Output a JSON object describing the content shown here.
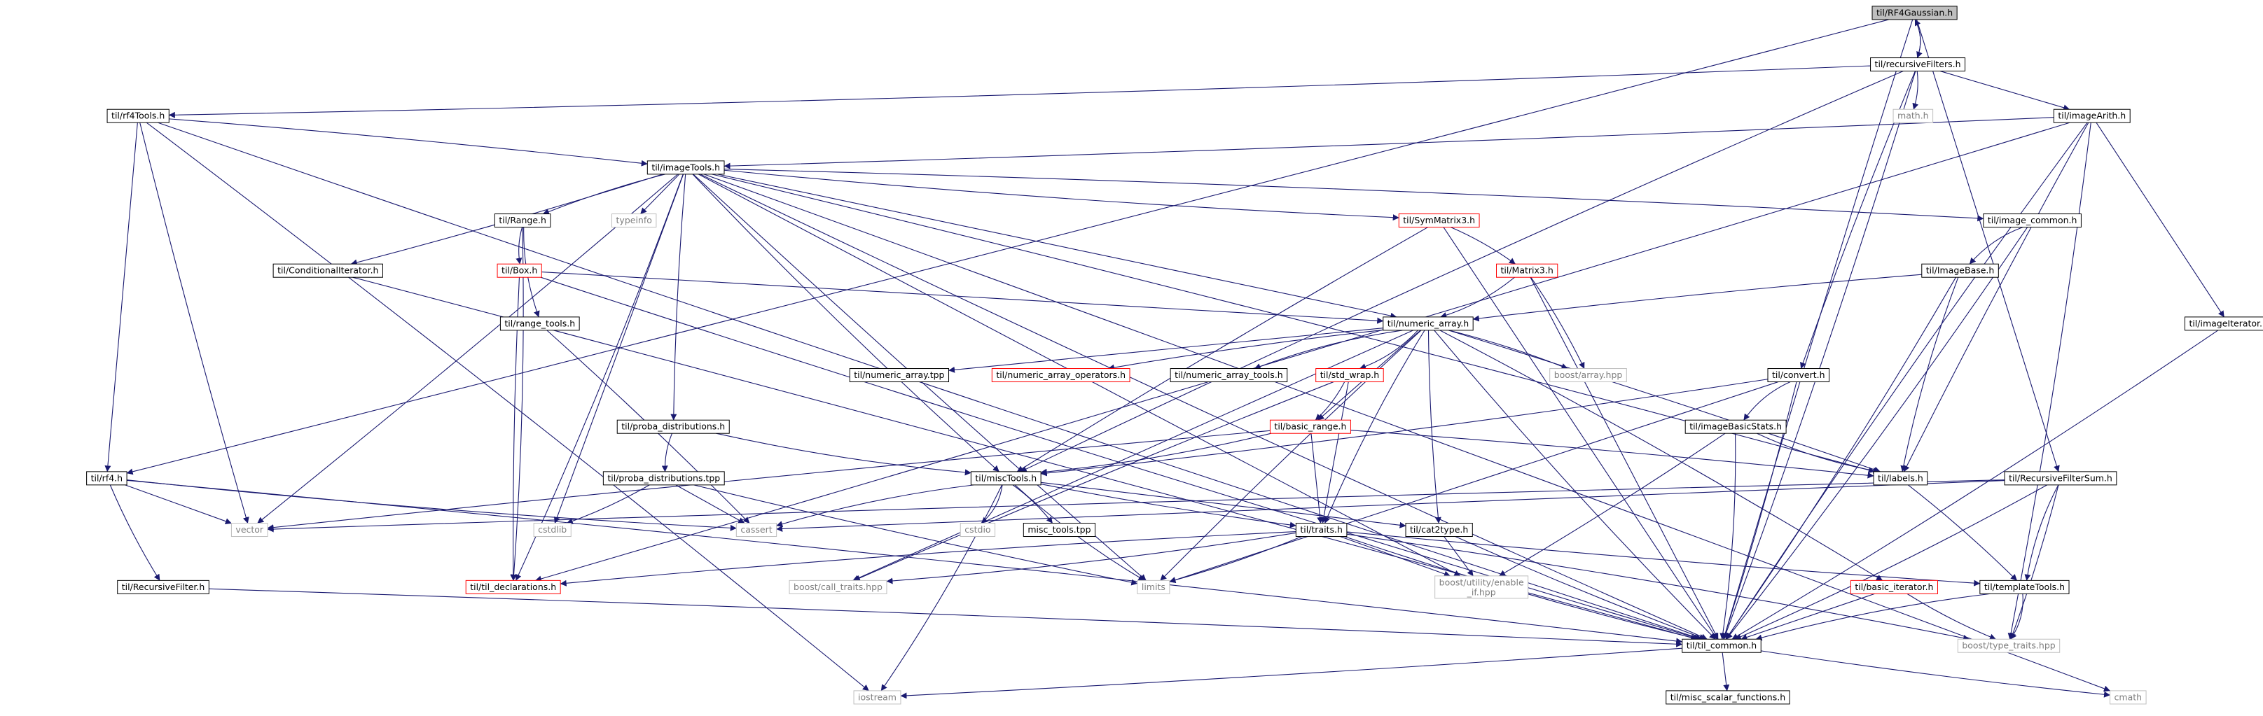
{
  "diagram": {
    "colors": {
      "edge": "#191970",
      "focus_fill": "#bfbfbf",
      "focus_border": "#000000",
      "internal_border": "#000000",
      "truncated_border": "#ff0000",
      "system_border": "#bfbfbf",
      "system_text": "#7f7f7f"
    },
    "nodes": [
      {
        "id": "RF4Gaussian",
        "label": "til/RF4Gaussian.h",
        "kind": "focus"
      },
      {
        "id": "recursiveFilters",
        "label": "til/recursiveFilters.h",
        "kind": "internal"
      },
      {
        "id": "rf4Tools",
        "label": "til/rf4Tools.h",
        "kind": "internal"
      },
      {
        "id": "math",
        "label": "math.h",
        "kind": "system"
      },
      {
        "id": "imageArith",
        "label": "til/imageArith.h",
        "kind": "internal"
      },
      {
        "id": "imageTools",
        "label": "til/imageTools.h",
        "kind": "internal"
      },
      {
        "id": "typeinfo",
        "label": "typeinfo",
        "kind": "system"
      },
      {
        "id": "Range",
        "label": "til/Range.h",
        "kind": "internal"
      },
      {
        "id": "SymMatrix3",
        "label": "til/SymMatrix3.h",
        "kind": "truncated"
      },
      {
        "id": "image_common",
        "label": "til/image_common.h",
        "kind": "internal"
      },
      {
        "id": "ConditionalIterator",
        "label": "til/ConditionalIterator.h",
        "kind": "internal"
      },
      {
        "id": "Box",
        "label": "til/Box.h",
        "kind": "truncated"
      },
      {
        "id": "Matrix3",
        "label": "til/Matrix3.h",
        "kind": "truncated"
      },
      {
        "id": "ImageBase",
        "label": "til/ImageBase.h",
        "kind": "internal"
      },
      {
        "id": "range_tools",
        "label": "til/range_tools.h",
        "kind": "internal"
      },
      {
        "id": "numeric_array",
        "label": "til/numeric_array.h",
        "kind": "internal"
      },
      {
        "id": "imageIterator",
        "label": "til/imageIterator.h",
        "kind": "internal"
      },
      {
        "id": "numeric_array_tpp",
        "label": "til/numeric_array.tpp",
        "kind": "internal"
      },
      {
        "id": "numeric_array_operators",
        "label": "til/numeric_array_operators.h",
        "kind": "truncated"
      },
      {
        "id": "numeric_array_tools",
        "label": "til/numeric_array_tools.h",
        "kind": "internal"
      },
      {
        "id": "std_wrap",
        "label": "til/std_wrap.h",
        "kind": "truncated"
      },
      {
        "id": "boost_array",
        "label": "boost/array.hpp",
        "kind": "system"
      },
      {
        "id": "convert",
        "label": "til/convert.h",
        "kind": "internal"
      },
      {
        "id": "proba_distributions",
        "label": "til/proba_distributions.h",
        "kind": "internal"
      },
      {
        "id": "basic_range",
        "label": "til/basic_range.h",
        "kind": "truncated"
      },
      {
        "id": "imageBasicStats",
        "label": "til/imageBasicStats.h",
        "kind": "internal"
      },
      {
        "id": "rf4",
        "label": "til/rf4.h",
        "kind": "internal"
      },
      {
        "id": "proba_distributions_tpp",
        "label": "til/proba_distributions.tpp",
        "kind": "internal"
      },
      {
        "id": "miscTools",
        "label": "til/miscTools.h",
        "kind": "internal"
      },
      {
        "id": "labels",
        "label": "til/labels.h",
        "kind": "internal"
      },
      {
        "id": "RecursiveFilterSum",
        "label": "til/RecursiveFilterSum.h",
        "kind": "internal"
      },
      {
        "id": "vector",
        "label": "vector",
        "kind": "system"
      },
      {
        "id": "cstdlib",
        "label": "cstdlib",
        "kind": "system"
      },
      {
        "id": "cassert",
        "label": "cassert",
        "kind": "system"
      },
      {
        "id": "cstdio",
        "label": "cstdio",
        "kind": "system"
      },
      {
        "id": "misc_tools_tpp",
        "label": "misc_tools.tpp",
        "kind": "internal"
      },
      {
        "id": "cat2type",
        "label": "til/cat2type.h",
        "kind": "internal"
      },
      {
        "id": "traits",
        "label": "til/traits.h",
        "kind": "internal"
      },
      {
        "id": "RecursiveFilter",
        "label": "til/RecursiveFilter.h",
        "kind": "internal"
      },
      {
        "id": "til_declarations",
        "label": "til/til_declarations.h",
        "kind": "truncated"
      },
      {
        "id": "boost_call_traits",
        "label": "boost/call_traits.hpp",
        "kind": "system"
      },
      {
        "id": "limits",
        "label": "limits",
        "kind": "system"
      },
      {
        "id": "boost_enable_if",
        "label": "boost/utility/enable\n_if.hpp",
        "kind": "system"
      },
      {
        "id": "basic_iterator",
        "label": "til/basic_iterator.h",
        "kind": "truncated"
      },
      {
        "id": "templateTools",
        "label": "til/templateTools.h",
        "kind": "internal"
      },
      {
        "id": "til_common",
        "label": "til/til_common.h",
        "kind": "internal"
      },
      {
        "id": "boost_type_traits",
        "label": "boost/type_traits.hpp",
        "kind": "system"
      },
      {
        "id": "iostream",
        "label": "iostream",
        "kind": "system"
      },
      {
        "id": "misc_scalar_functions",
        "label": "til/misc_scalar_functions.h",
        "kind": "internal"
      },
      {
        "id": "cmath",
        "label": "cmath",
        "kind": "system"
      }
    ],
    "edges": [
      [
        "RF4Gaussian",
        "recursiveFilters"
      ],
      [
        "RF4Gaussian",
        "rf4"
      ],
      [
        "RF4Gaussian",
        "RecursiveFilterSum"
      ],
      [
        "RF4Gaussian",
        "til_common"
      ],
      [
        "recursiveFilters",
        "RF4Gaussian"
      ],
      [
        "recursiveFilters",
        "rf4Tools"
      ],
      [
        "recursiveFilters",
        "math"
      ],
      [
        "recursiveFilters",
        "imageArith"
      ],
      [
        "recursiveFilters",
        "convert"
      ],
      [
        "recursiveFilters",
        "miscTools"
      ],
      [
        "recursiveFilters",
        "til_common"
      ],
      [
        "rf4Tools",
        "imageTools"
      ],
      [
        "rf4Tools",
        "rf4"
      ],
      [
        "rf4Tools",
        "vector"
      ],
      [
        "rf4Tools",
        "til_common"
      ],
      [
        "rf4Tools",
        "iostream"
      ],
      [
        "imageArith",
        "imageTools"
      ],
      [
        "imageArith",
        "imageIterator"
      ],
      [
        "imageArith",
        "labels"
      ],
      [
        "imageArith",
        "til_common"
      ],
      [
        "imageArith",
        "boost_type_traits"
      ],
      [
        "imageArith",
        "til_declarations"
      ],
      [
        "imageTools",
        "typeinfo"
      ],
      [
        "imageTools",
        "Range"
      ],
      [
        "imageTools",
        "SymMatrix3"
      ],
      [
        "imageTools",
        "image_common"
      ],
      [
        "imageTools",
        "ConditionalIterator"
      ],
      [
        "imageTools",
        "numeric_array"
      ],
      [
        "imageTools",
        "proba_distributions"
      ],
      [
        "imageTools",
        "miscTools"
      ],
      [
        "imageTools",
        "labels"
      ],
      [
        "imageTools",
        "vector"
      ],
      [
        "imageTools",
        "cstdlib"
      ],
      [
        "imageTools",
        "limits"
      ],
      [
        "imageTools",
        "til_common"
      ],
      [
        "imageTools",
        "til_declarations"
      ],
      [
        "imageTools",
        "cmath"
      ],
      [
        "imageTools",
        "boost_enable_if"
      ],
      [
        "Range",
        "Box"
      ],
      [
        "Range",
        "range_tools"
      ],
      [
        "Range",
        "til_declarations"
      ],
      [
        "SymMatrix3",
        "Matrix3"
      ],
      [
        "SymMatrix3",
        "til_common"
      ],
      [
        "SymMatrix3",
        "miscTools"
      ],
      [
        "image_common",
        "ImageBase"
      ],
      [
        "image_common",
        "til_common"
      ],
      [
        "ConditionalIterator",
        "til_common"
      ],
      [
        "Box",
        "numeric_array"
      ],
      [
        "Box",
        "til_declarations"
      ],
      [
        "Box",
        "til_common"
      ],
      [
        "Matrix3",
        "numeric_array"
      ],
      [
        "Matrix3",
        "boost_array"
      ],
      [
        "Matrix3",
        "til_common"
      ],
      [
        "ImageBase",
        "numeric_array"
      ],
      [
        "ImageBase",
        "labels"
      ],
      [
        "ImageBase",
        "til_common"
      ],
      [
        "range_tools",
        "cassert"
      ],
      [
        "numeric_array",
        "numeric_array_tpp"
      ],
      [
        "numeric_array",
        "numeric_array_operators"
      ],
      [
        "numeric_array",
        "numeric_array_tools"
      ],
      [
        "numeric_array",
        "std_wrap"
      ],
      [
        "numeric_array",
        "boost_array"
      ],
      [
        "numeric_array",
        "basic_range"
      ],
      [
        "numeric_array",
        "cat2type"
      ],
      [
        "numeric_array",
        "traits"
      ],
      [
        "numeric_array",
        "basic_iterator"
      ],
      [
        "numeric_array",
        "labels"
      ],
      [
        "numeric_array",
        "boost_call_traits"
      ],
      [
        "numeric_array",
        "limits"
      ],
      [
        "numeric_array",
        "til_common"
      ],
      [
        "imageIterator",
        "til_common"
      ],
      [
        "std_wrap",
        "basic_range"
      ],
      [
        "std_wrap",
        "traits"
      ],
      [
        "std_wrap",
        "boost_call_traits"
      ],
      [
        "convert",
        "imageBasicStats"
      ],
      [
        "convert",
        "miscTools"
      ],
      [
        "convert",
        "til_common"
      ],
      [
        "convert",
        "limits"
      ],
      [
        "proba_distributions",
        "proba_distributions_tpp"
      ],
      [
        "proba_distributions",
        "miscTools"
      ],
      [
        "basic_range",
        "miscTools"
      ],
      [
        "basic_range",
        "labels"
      ],
      [
        "basic_range",
        "traits"
      ],
      [
        "basic_range",
        "vector"
      ],
      [
        "imageBasicStats",
        "labels"
      ],
      [
        "imageBasicStats",
        "til_common"
      ],
      [
        "imageBasicStats",
        "boost_enable_if"
      ],
      [
        "rf4",
        "vector"
      ],
      [
        "rf4",
        "RecursiveFilter"
      ],
      [
        "rf4",
        "cassert"
      ],
      [
        "rf4",
        "til_common"
      ],
      [
        "proba_distributions_tpp",
        "cstdlib"
      ],
      [
        "proba_distributions_tpp",
        "cassert"
      ],
      [
        "proba_distributions_tpp",
        "limits"
      ],
      [
        "miscTools",
        "cassert"
      ],
      [
        "miscTools",
        "cstdio"
      ],
      [
        "miscTools",
        "misc_tools_tpp"
      ],
      [
        "miscTools",
        "cat2type"
      ],
      [
        "miscTools",
        "traits"
      ],
      [
        "miscTools",
        "limits"
      ],
      [
        "miscTools",
        "iostream"
      ],
      [
        "labels",
        "templateTools"
      ],
      [
        "RecursiveFilterSum",
        "cassert"
      ],
      [
        "RecursiveFilterSum",
        "vector"
      ],
      [
        "RecursiveFilterSum",
        "templateTools"
      ],
      [
        "RecursiveFilterSum",
        "til_common"
      ],
      [
        "RecursiveFilterSum",
        "boost_type_traits"
      ],
      [
        "cat2type",
        "boost_enable_if"
      ],
      [
        "cat2type",
        "til_common"
      ],
      [
        "traits",
        "til_declarations"
      ],
      [
        "traits",
        "boost_call_traits"
      ],
      [
        "traits",
        "limits"
      ],
      [
        "traits",
        "boost_enable_if"
      ],
      [
        "traits",
        "templateTools"
      ],
      [
        "traits",
        "til_common"
      ],
      [
        "traits",
        "boost_type_traits"
      ],
      [
        "RecursiveFilter",
        "til_common"
      ],
      [
        "basic_iterator",
        "til_common"
      ],
      [
        "basic_iterator",
        "boost_type_traits"
      ],
      [
        "templateTools",
        "til_common"
      ],
      [
        "templateTools",
        "boost_type_traits"
      ],
      [
        "til_common",
        "iostream"
      ],
      [
        "til_common",
        "misc_scalar_functions"
      ],
      [
        "til_common",
        "cmath"
      ]
    ]
  }
}
